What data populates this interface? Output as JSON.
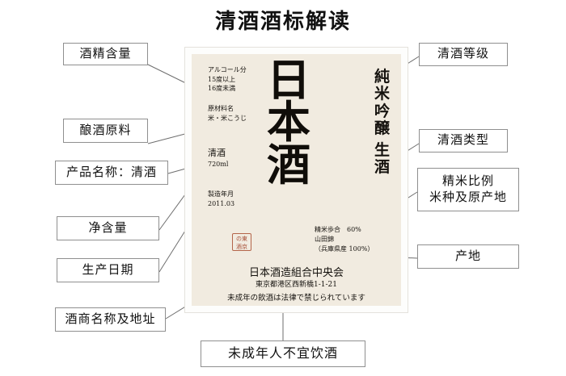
{
  "page": {
    "title": "清酒酒标解读"
  },
  "callouts": {
    "left": [
      {
        "id": "alcohol-content",
        "label": "酒精含量"
      },
      {
        "id": "brewing-ingredient",
        "label": "酿酒原料"
      },
      {
        "id": "product-name",
        "label": "产品名称：清酒"
      },
      {
        "id": "net-content",
        "label": "净含量"
      },
      {
        "id": "production-date",
        "label": "生产日期"
      },
      {
        "id": "seller-name-address",
        "label": "酒商名称及地址"
      }
    ],
    "right": [
      {
        "id": "sake-grade",
        "label": "清酒等级"
      },
      {
        "id": "sake-type",
        "label": "清酒类型"
      },
      {
        "id": "rice-polish-origin",
        "line1": "精米比例",
        "line2": "米种及原产地"
      },
      {
        "id": "origin-place",
        "label": "产地"
      }
    ],
    "bottom": [
      {
        "id": "minors-warning",
        "label": "未成年人不宜饮酒"
      }
    ]
  },
  "label": {
    "alcohol": {
      "heading": "アルコール分",
      "line1": "15度以上",
      "line2": "16度未満"
    },
    "ingredient": {
      "heading": "原材料名",
      "line1": "米・米こうじ"
    },
    "product_name": "清酒",
    "volume": "720ml",
    "date": {
      "heading": "製造年月",
      "value": "2011.03"
    },
    "brand_big": [
      "日",
      "本",
      "酒"
    ],
    "grade": [
      "純",
      "米",
      "吟",
      "醸",
      "生",
      "酒"
    ],
    "rice": {
      "line1": "精米歩合　60%",
      "line2": "山田錦",
      "line3": "（兵庫県産 100%）"
    },
    "seal": {
      "top": "東",
      "top_right": "の",
      "bottom": "酒",
      "bottom_right": "京",
      "line1": "の東",
      "line2": "酒京",
      "color": "#a8513a"
    },
    "maker": "日本酒造組合中央会",
    "address": "東京都港区西新橋1-1-21",
    "warning": "未成年の飲酒は法律で禁じられています",
    "colors": {
      "paper": "#f1ebe0",
      "frame": "#e4e2dc",
      "ink": "#15120e"
    }
  }
}
